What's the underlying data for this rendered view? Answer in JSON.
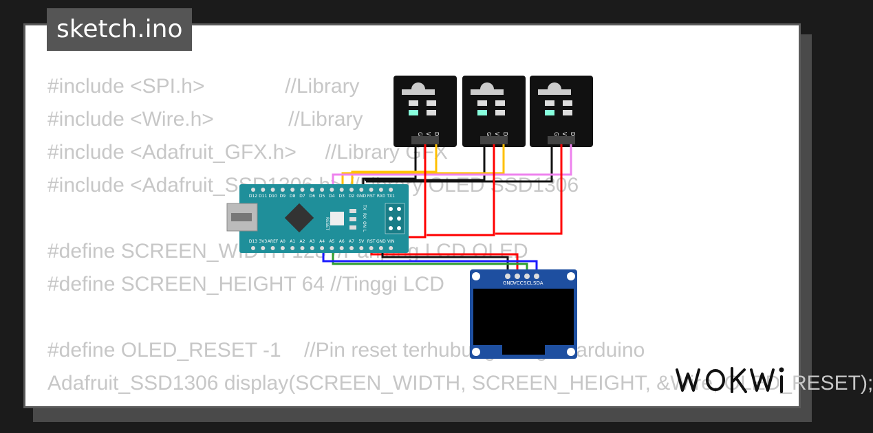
{
  "title": "sketch.ino",
  "code_lines": [
    "#include <SPI.h>              //Library",
    "#include <Wire.h>             //Library",
    "#include <Adafruit_GFX.h>     //Library GFX",
    "#include <Adafruit_SSD1306.h> //Library OLED SSD1306",
    "",
    "#define SCREEN_WIDTH 128 //Panjang LCD OLED",
    "#define SCREEN_HEIGHT 64 //Tinggi LCD",
    "",
    "#define OLED_RESET -1    //Pin reset terhubung dengan arduino",
    "Adafruit_SSD1306 display(SCREEN_WIDTH, SCREEN_HEIGHT, &Wire, OLED_RESET);"
  ],
  "sensor_pins": [
    "GND",
    "VCC",
    "DAT"
  ],
  "nano": {
    "top_pins": [
      "D12",
      "D11",
      "D10",
      "D9",
      "D8",
      "D7",
      "D6",
      "D5",
      "D4",
      "D3",
      "D2",
      "GND",
      "RST",
      "RX0",
      "TX1"
    ],
    "bottom_pins": [
      "D13",
      "3V3",
      "AREF",
      "A0",
      "A1",
      "A2",
      "A3",
      "A4",
      "A5",
      "A6",
      "A7",
      "5V",
      "RST",
      "GND",
      "VIN"
    ],
    "reset_label": "RESET",
    "led_labels": [
      "TX",
      "RX",
      "ON",
      "L"
    ]
  },
  "oled_pins": [
    "GND",
    "VCC",
    "SCL",
    "SDA"
  ],
  "logo_text": "WOKWi",
  "colors": {
    "red": "#ff0000",
    "black": "#111111",
    "yellow": "#ffc000",
    "pink": "#ee82ee",
    "green": "#2e9e2e",
    "blue": "#1a1aff",
    "board": "#1f8f9a",
    "oled": "#1e4fa0"
  }
}
